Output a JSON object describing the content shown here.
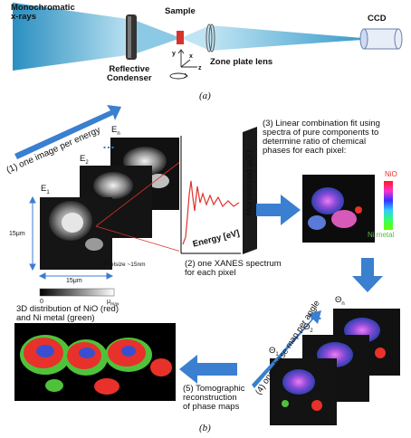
{
  "panel_a": {
    "source_label": "Monochromatic\nx-rays",
    "condenser_label": "Reflective\nCondenser",
    "sample_label": "Sample",
    "zone_plate_label": "Zone plate lens",
    "detector_label": "CCD",
    "axis_y": "y",
    "axis_x": "x",
    "axis_z": "z",
    "caption": "(a)"
  },
  "panel_b": {
    "step1": "(1)  one image per energy",
    "energy_first": "E",
    "energy_first_sub": "1",
    "energy_second": "E",
    "energy_second_sub": "2",
    "energy_last": "E",
    "energy_last_sub": "n",
    "ellipsis": "…",
    "size_vertical": "15μm",
    "size_horizontal": "15μm",
    "pixelsize": "Pixelsize ~15nm",
    "scale_min": "0",
    "scale_max": "μ",
    "scale_max_sub": "max",
    "spectrum_xlabel": "Energy [eV]",
    "spectrum_ylabel": "Normalized μ(E)",
    "step2": "(2)  one XANES spectrum\nfor each pixel",
    "step3": "(3) Linear combination fit using\nspectra of pure components to\ndetermine ratio of chemical\nphases for each pixel:",
    "legend_top": "NiO",
    "legend_bottom": "Ni metal",
    "step4": "(4)  one phase map per angle",
    "angle_first": "Θ",
    "angle_first_sub": "1",
    "angle_second": "Θ",
    "angle_second_sub": "2",
    "angle_last": "Θ",
    "angle_last_sub": "n",
    "distribution_title": "3D distribution of NiO (red)\nand Ni metal (green)",
    "step5": "(5)  Tomographic\nreconstruction\nof phase maps",
    "caption": "(b)"
  },
  "colors": {
    "beam": "#6fb6d8",
    "arrow": "#3a7fd0",
    "sample": "#d8322a",
    "nio": "#e8312a",
    "ni_metal": "#4fc23a",
    "spectrum": "#e0332e"
  }
}
